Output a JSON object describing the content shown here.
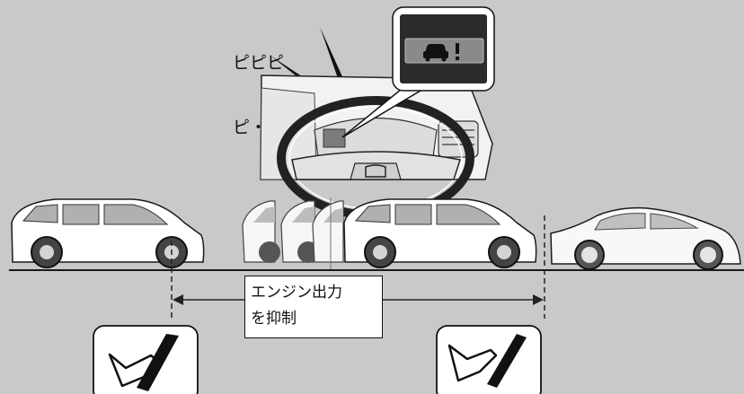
{
  "warning_sound": {
    "line1": "ピピピ",
    "line2": "ピ・・・"
  },
  "engine_label": {
    "line1": "エンジン出力",
    "line2": "を抑制"
  },
  "colors": {
    "background": "#c9c9c9",
    "indicator_panel": "#2b2b2b",
    "indicator_icon_bg": "#8a8a8a",
    "car_body": "#ffffff",
    "outline": "#1a1a1a"
  },
  "icons": {
    "indicator": "car-warning-icon",
    "pedal_left": "accelerator-pressed-icon",
    "pedal_right": "accelerator-light-icon"
  }
}
